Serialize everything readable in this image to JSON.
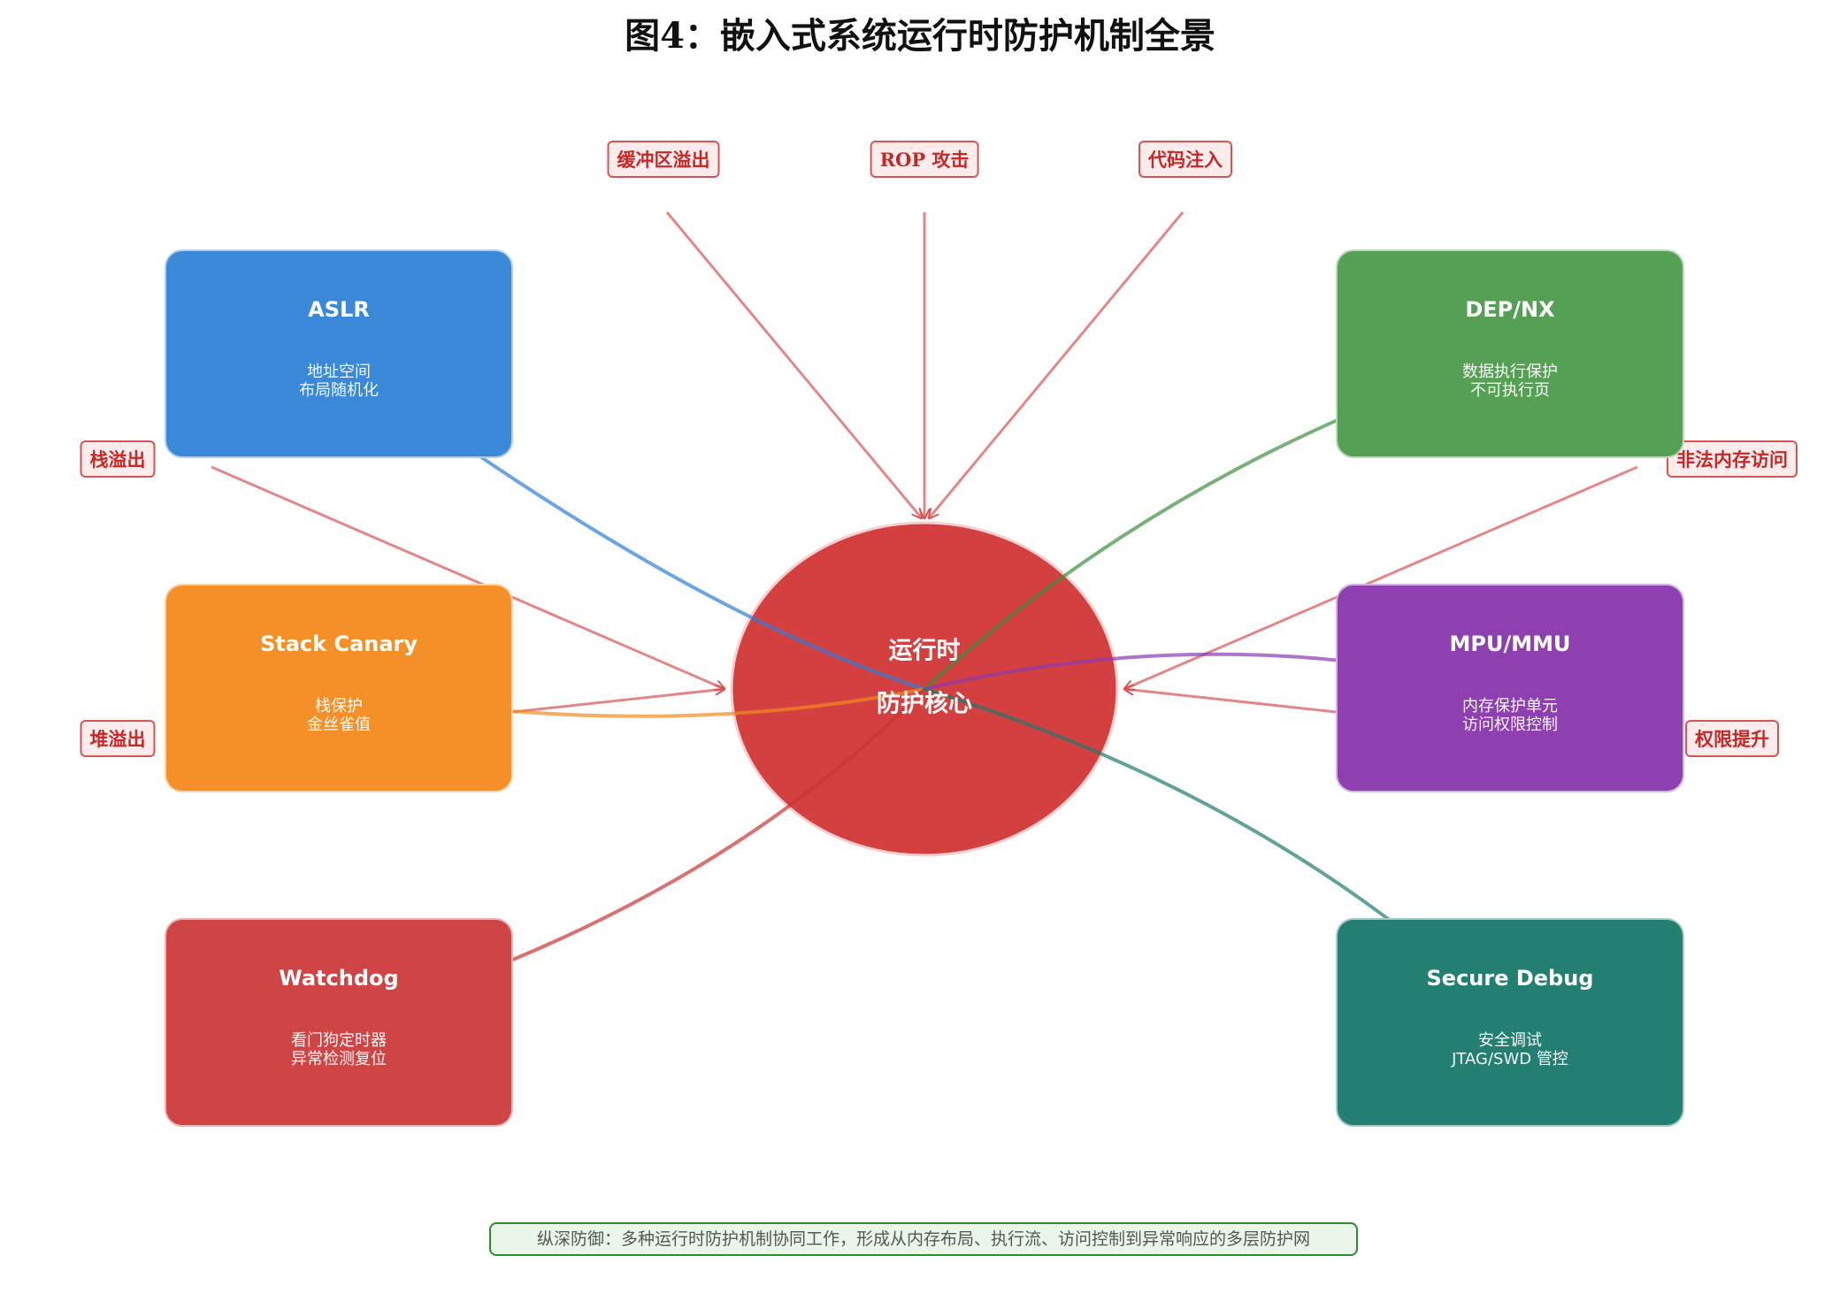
{
  "title": "图4：嵌入式系统运行时防护机制全景",
  "core": {
    "line1": "运行时",
    "line2": "防护核心",
    "color": "#d43f3f"
  },
  "mechanisms": [
    {
      "id": "aslr",
      "title": "ASLR",
      "desc": [
        "地址空间",
        "布局随机化"
      ],
      "color": "#3a88d8",
      "link_color": "#2f7fd8"
    },
    {
      "id": "dep",
      "title": "DEP/NX",
      "desc": [
        "数据执行保护",
        "不可执行页"
      ],
      "color": "#56a055",
      "link_color": "#3f8f3e"
    },
    {
      "id": "canary",
      "title": "Stack Canary",
      "desc": [
        "栈保护",
        "金丝雀值"
      ],
      "color": "#f59028",
      "link_color": "#f28a1e"
    },
    {
      "id": "mpu",
      "title": "MPU/MMU",
      "desc": [
        "内存保护单元",
        "访问权限控制"
      ],
      "color": "#8e3fb0",
      "link_color": "#8a3bb0"
    },
    {
      "id": "watchdog",
      "title": "Watchdog",
      "desc": [
        "看门狗定时器",
        "异常检测复位"
      ],
      "color": "#cf4545",
      "link_color": "#c93535"
    },
    {
      "id": "debug",
      "title": "Secure Debug",
      "desc": [
        "安全调试",
        "JTAG/SWD 管控"
      ],
      "color": "#247f73",
      "link_color": "#1f7a6e"
    }
  ],
  "threats": [
    {
      "id": "buffer-overflow",
      "label": "缓冲区溢出"
    },
    {
      "id": "rop",
      "label": "ROP 攻击"
    },
    {
      "id": "code-injection",
      "label": "代码注入"
    },
    {
      "id": "stack-overflow",
      "label": "栈溢出"
    },
    {
      "id": "illegal-access",
      "label": "非法内存访问"
    },
    {
      "id": "heap-overflow",
      "label": "堆溢出"
    },
    {
      "id": "privilege-escalation",
      "label": "权限提升"
    }
  ],
  "threat_color": "#d65454",
  "footer": "纵深防御：多种运行时防护机制协同工作，形成从内存布局、执行流、访问控制到异常响应的多层防护网"
}
